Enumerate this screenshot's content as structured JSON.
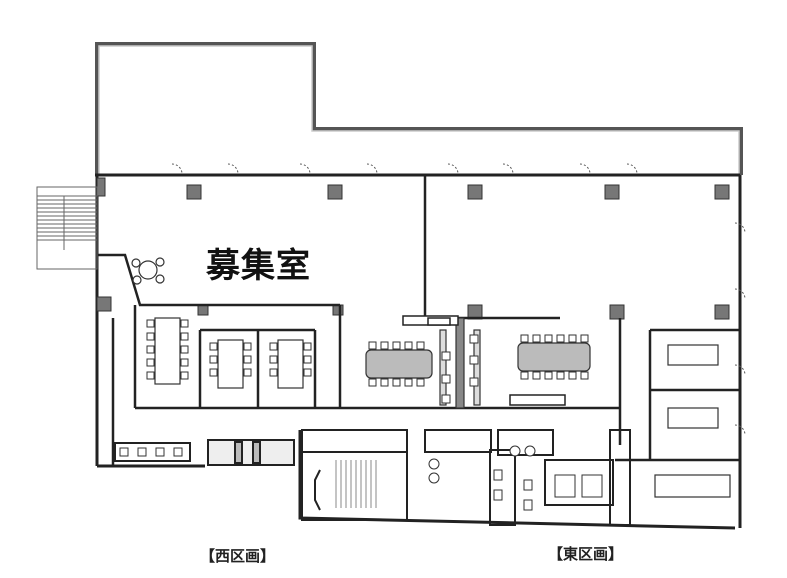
{
  "floor_plan": {
    "room_label": "募集室",
    "sections": {
      "west": "【西区画】",
      "east": "【東区画】"
    },
    "areas": [
      {
        "name": "recruiting-room",
        "label": "募集室",
        "status": "available"
      },
      {
        "name": "meeting-room-a"
      },
      {
        "name": "meeting-room-b"
      },
      {
        "name": "meeting-room-c"
      },
      {
        "name": "meeting-room-d"
      },
      {
        "name": "meeting-room-e"
      },
      {
        "name": "meeting-room-f"
      },
      {
        "name": "lounge"
      },
      {
        "name": "stairwell"
      },
      {
        "name": "restrooms"
      },
      {
        "name": "elevator-hall"
      },
      {
        "name": "terrace"
      }
    ],
    "colors": {
      "wall": "#222222",
      "column": "#777777",
      "stair": "#999999",
      "background": "#ffffff"
    }
  }
}
